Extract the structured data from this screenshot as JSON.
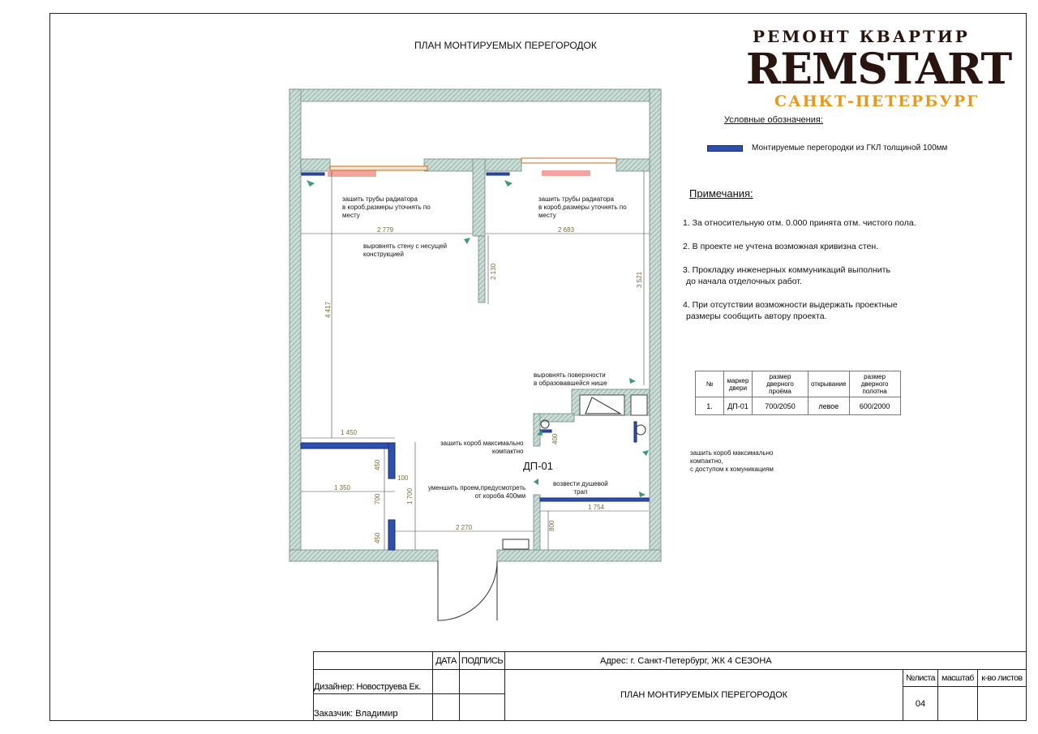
{
  "title": "ПЛАН МОНТИРУЕМЫХ  ПЕРЕГОРОДОК",
  "logo": {
    "top": "РЕМОНТ      КВАРТИР",
    "main": "REMSTART",
    "city": "САНКТ-ПЕТЕРБУРГ"
  },
  "legend": {
    "heading": "Условные обозначения:",
    "item": "Монтируемые перегородки из ГКЛ толщиной 100мм",
    "color": "#2f4fb0"
  },
  "notes": {
    "heading": "Примечания:",
    "items": [
      "1. За относительную отм. 0.000 принята отм. чистого пола.",
      "2. В проекте не учтена возможная кривизна стен.",
      "3. Прокладку инженерных коммуникаций выполнить",
      "до начала отделочных работ.",
      "4. При отсутствии возможности выдержать проектные",
      "размеры сообщить автору проекта."
    ]
  },
  "plan": {
    "annotations": [
      "зашить трубы радиатора",
      "в короб,размеры уточнять по",
      "месту",
      "зашить трубы радиатора",
      "в короб,размеры уточнять по",
      "месту",
      "выровнять стену с несущей",
      "конструкцией",
      "выровнять поверхности",
      "в образовавшейся нише",
      "зашить короб максимально",
      "компактно",
      "зашить короб максимально",
      "компактно,",
      "с доступом к комуникациям",
      "уменшить проем,предусмотреть",
      "от короба 400мм",
      "возвести душевой",
      "трап"
    ],
    "door_marker": "ДП-01",
    "dimensions": [
      "2 779",
      "2 683",
      "4 417",
      "2 130",
      "3 521",
      "1 450",
      "450",
      "100",
      "1 350",
      "700",
      "1 700",
      "450",
      "2 270",
      "400",
      "1 754",
      "800"
    ]
  },
  "door_table": {
    "headers": [
      "№",
      "маркер двери",
      "размер дверного проёма",
      "открывание",
      "размер дверного полотна"
    ],
    "rows": [
      [
        "1.",
        "ДП-01",
        "700/2050",
        "левое",
        "600/2000"
      ]
    ]
  },
  "title_block": {
    "date": "ДАТА",
    "signature": "ПОДПИСЬ",
    "address": "Адрес: г. Санкт-Петербург, ЖК 4 СЕЗОНА",
    "designer": "Дизайнер: Новоструева Ек.",
    "customer": "Заказчик: Владимир",
    "sheet_title": "ПЛАН МОНТИРУЕМЫХ ПЕРЕГОРОДОК",
    "sheet_no_label": "№листа",
    "scale_label": "масштаб",
    "sheets_label": "к-во листов",
    "sheet_no": "04"
  }
}
